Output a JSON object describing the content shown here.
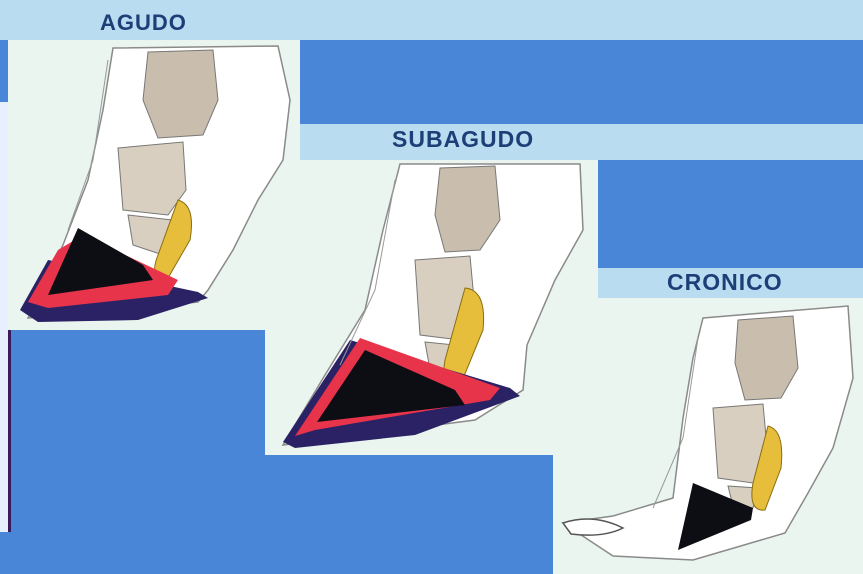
{
  "diagram": {
    "stages": [
      {
        "label": "AGUDO"
      },
      {
        "label": "SUBAGUDO"
      },
      {
        "label": "CRONICO"
      }
    ],
    "colors": {
      "background": "#4a86d8",
      "band": "#b9dcf0",
      "panel": "#e9f5ee",
      "label": "#1d3f78",
      "necrosis": "#0d0d14",
      "hemorrhage": "#e8344a",
      "tendon": "#e6be3c",
      "sole": "#2b2266",
      "bone": "#c9beae"
    }
  }
}
